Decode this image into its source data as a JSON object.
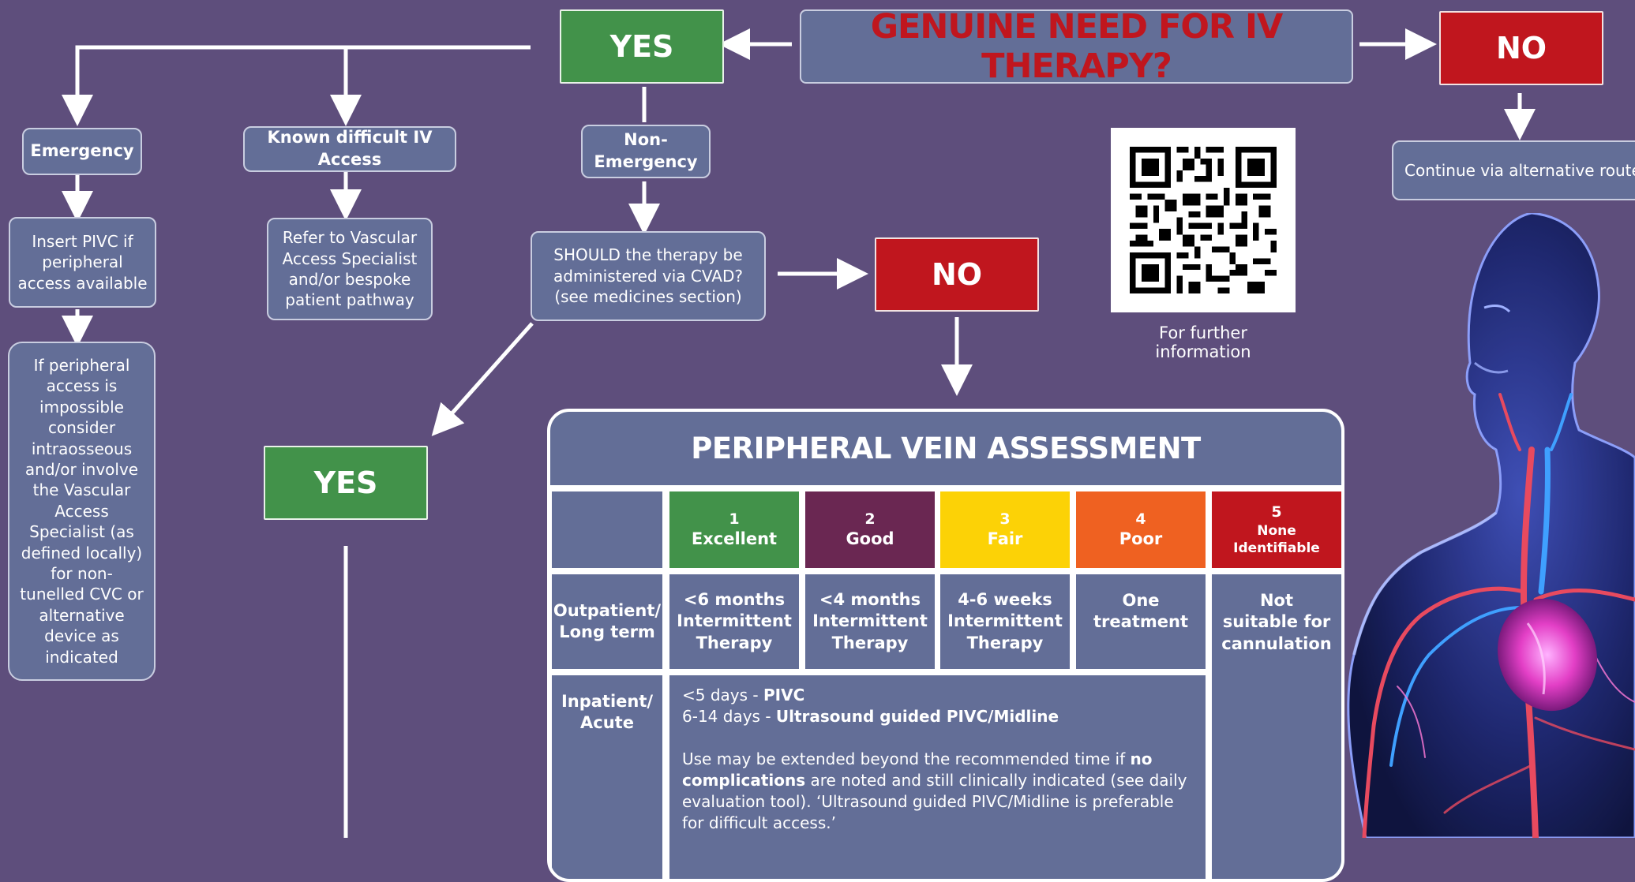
{
  "question": "GENUINE NEED FOR IV THERAPY?",
  "answers": {
    "yes": "YES",
    "no": "NO"
  },
  "no_branch": {
    "continue": "Continue via alternative route"
  },
  "yes_branches": {
    "emergency": {
      "label": "Emergency",
      "step1": "Insert PIVC if peripheral access available",
      "step2": "If peripheral access is impossible consider intraosseous and/or involve the Vascular Access Specialist (as defined locally) for non-tunelled CVC or alternative device as indicated"
    },
    "difficult": {
      "label": "Known difficult IV Access",
      "step1": "Refer to Vascular Access Specialist and/or bespoke patient pathway"
    },
    "non_emergency": {
      "label": "Non-Emergency",
      "question": "SHOULD the therapy be administered via CVAD? (see medicines section)",
      "yes": "YES",
      "no": "NO"
    }
  },
  "qr": {
    "caption": "For further information"
  },
  "assessment": {
    "title": "PERIPHERAL VEIN ASSESSMENT",
    "grades": [
      {
        "num": "1",
        "label": "Excellent",
        "color": "#42924a",
        "text": "#ffffff"
      },
      {
        "num": "2",
        "label": "Good",
        "color": "#6a2752",
        "text": "#ffffff"
      },
      {
        "num": "3",
        "label": "Fair",
        "color": "#fcd206",
        "text": "#ffffff"
      },
      {
        "num": "4",
        "label": "Poor",
        "color": "#ef6121",
        "text": "#ffffff"
      },
      {
        "num": "5",
        "label": "None Identifiable",
        "color": "#c0161e",
        "text": "#ffffff"
      }
    ],
    "rows": {
      "outpatient": {
        "label": "Outpatient/ Long term",
        "cells": [
          "<6 months Intermittent Therapy",
          "<4 months Intermittent Therapy",
          "4-6 weeks Intermittent Therapy",
          "One treatment"
        ]
      },
      "not_suitable": "Not suitable for cannulation",
      "inpatient": {
        "label": "Inpatient/ Acute",
        "line1_prefix": "<5 days - ",
        "line1_bold": "PIVC",
        "line2_prefix": "6-14 days  - ",
        "line2_bold": "Ultrasound guided PIVC/Midline",
        "para_a": "Use may be extended beyond  the recommended time if ",
        "para_b": "no complications",
        "para_c": " are noted and still clinically indicated (see daily evaluation tool). ‘Ultrasound guided PIVC/Midline is preferable for difficult access.’"
      }
    }
  }
}
